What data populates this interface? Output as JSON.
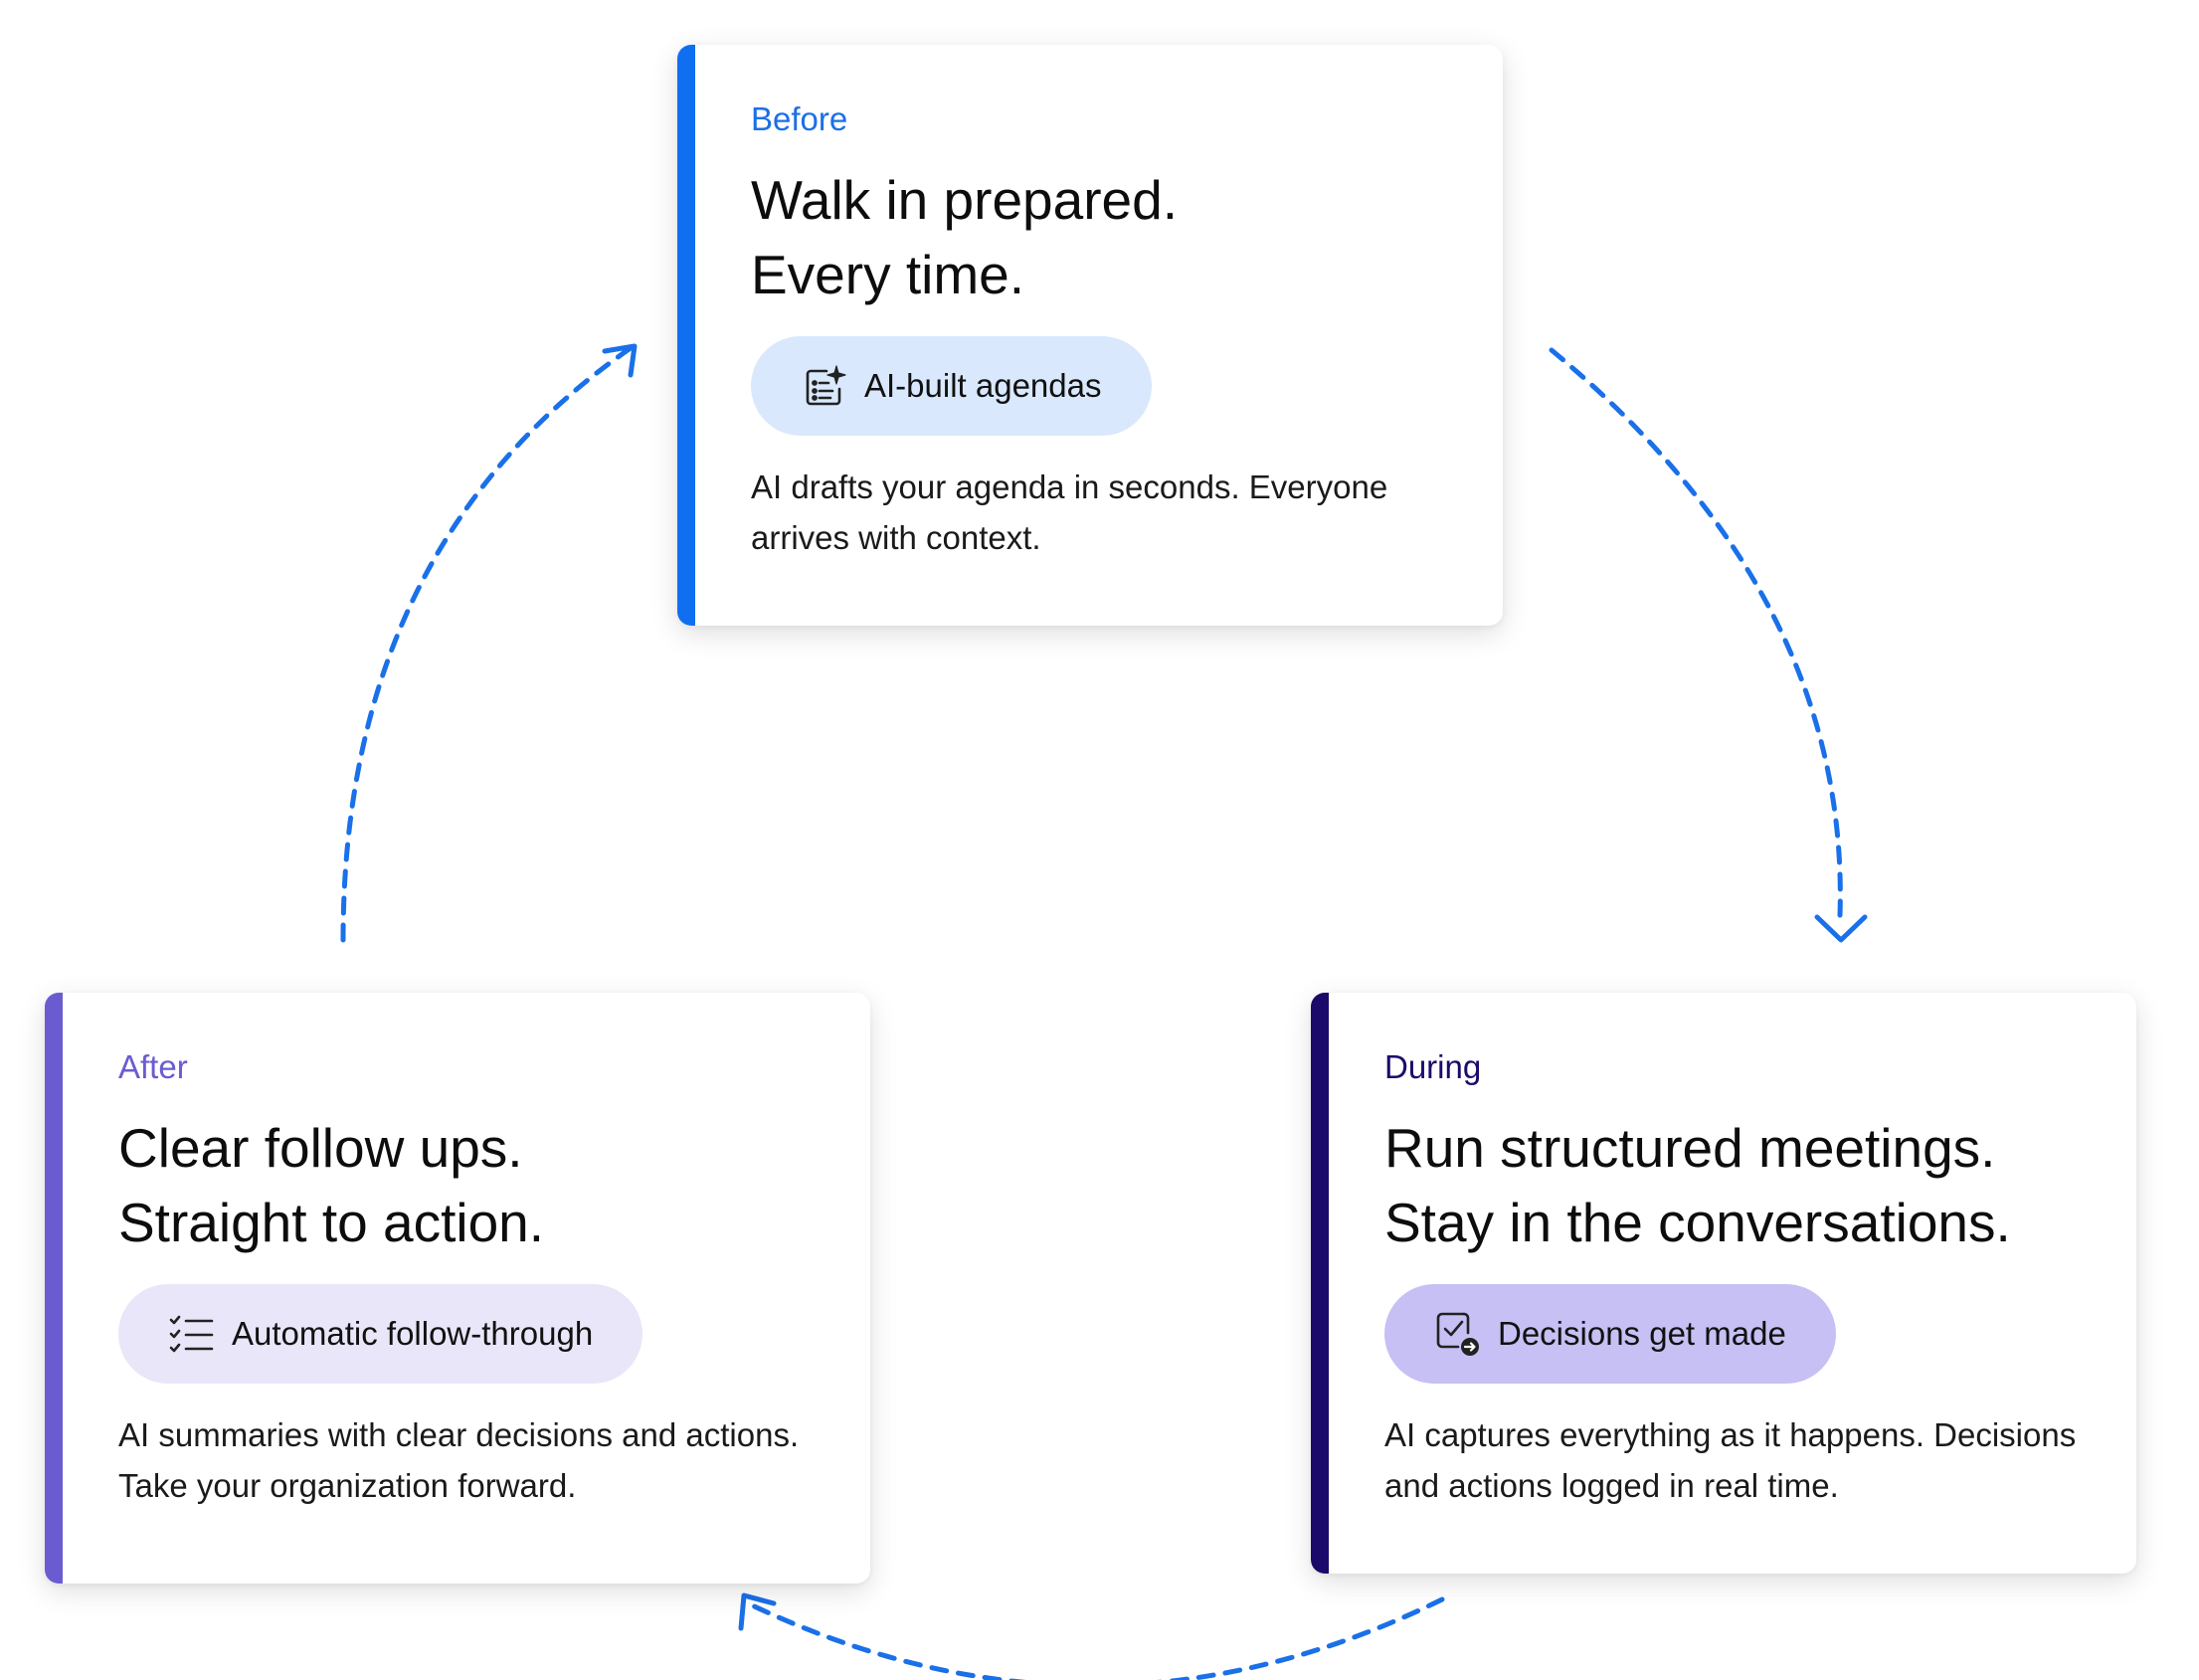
{
  "cards": {
    "before": {
      "phase": "Before",
      "headline": [
        "Walk in prepared.",
        "Every time."
      ],
      "pill_label": "AI-built agendas",
      "pill_icon": "sparkle-list-icon",
      "description": [
        "AI drafts your agenda in seconds. Everyone",
        "arrives with context."
      ],
      "accent_color": "#0f6ff0"
    },
    "during": {
      "phase": "During",
      "headline": [
        "Run structured meetings.",
        "Stay in the conversations."
      ],
      "pill_label": "Decisions get made",
      "pill_icon": "checkbox-arrow-icon",
      "description": [
        "AI captures everything as it happens. Decisions",
        "and actions logged in real time."
      ],
      "accent_color": "#1c0a6a"
    },
    "after": {
      "phase": "After",
      "headline": [
        "Clear follow ups.",
        "Straight to action."
      ],
      "pill_label": "Automatic follow-through",
      "pill_icon": "checklist-icon",
      "description": [
        "AI summaries with clear decisions and actions.",
        "Take your organization forward."
      ],
      "accent_color": "#6a5cd0"
    }
  },
  "arrow_color": "#1a70e8"
}
